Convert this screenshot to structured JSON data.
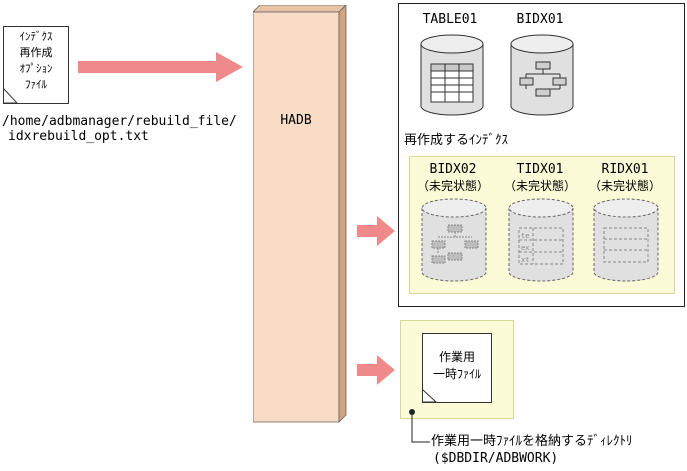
{
  "input_file": {
    "label_lines": [
      "ｲﾝﾃﾞｸｽ",
      "再作成",
      "ｵﾌﾟｼｮﾝ",
      "ﾌｧｲﾙ"
    ],
    "path_lines": [
      "/home/adbmanager/rebuild_file/",
      "idxrebuild_opt.txt"
    ]
  },
  "server": {
    "name": "HADB"
  },
  "database": {
    "tables": [
      {
        "name": "TABLE01",
        "icon": "table-grid-icon"
      },
      {
        "name": "BIDX01",
        "icon": "btree-index-icon"
      }
    ],
    "rebuild_section_label": "再作成するｲﾝﾃﾞｸｽ",
    "rebuild_indexes": [
      {
        "name": "BIDX02",
        "status": "（未完状態）",
        "icon": "btree-index-icon"
      },
      {
        "name": "TIDX01",
        "status": "（未完状態）",
        "icon": "text-index-icon"
      },
      {
        "name": "RIDX01",
        "status": "（未完状態）",
        "icon": "range-index-icon"
      }
    ]
  },
  "work_file": {
    "label_lines": [
      "作業用",
      "一時ﾌｧｲﾙ"
    ],
    "directory_label": "作業用一時ﾌｧｲﾙを格納するﾃﾞｨﾚｸﾄﾘ",
    "directory_path": "($DBDIR/ADBWORK)"
  },
  "colors": {
    "arrow": "#f08a8a",
    "server_fill": "#f9dcc6",
    "server_side": "#d3a37e",
    "highlight_fill": "#fbfbd8",
    "highlight_border": "#d7d79a",
    "cylinder_fill": "#e0e0e0"
  }
}
